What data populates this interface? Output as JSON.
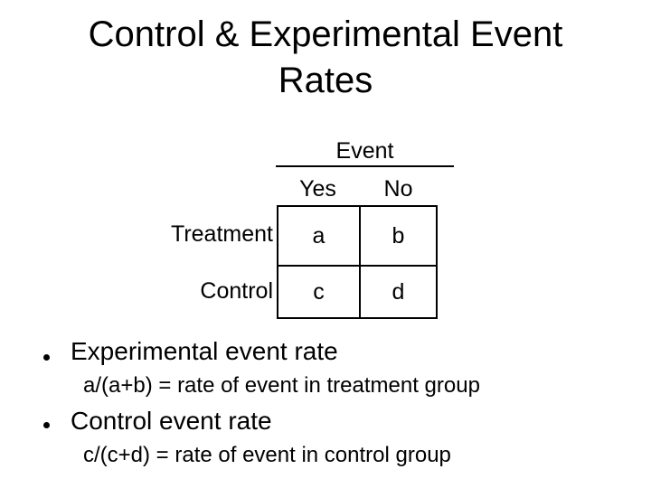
{
  "slide": {
    "title": {
      "line1": "Control & Experimental Event",
      "line2": "Rates"
    },
    "table": {
      "header": "Event",
      "columns": [
        "Yes",
        "No"
      ],
      "rows": [
        {
          "label": "Treatment",
          "cells": [
            "a",
            "b"
          ]
        },
        {
          "label": "Control",
          "cells": [
            "c",
            "d"
          ]
        }
      ]
    },
    "bullets": [
      {
        "text": "Experimental event rate",
        "sub": "a/(a+b) = rate of event in treatment group"
      },
      {
        "text": "Control event rate",
        "sub": "c/(c+d) = rate of event in control group"
      }
    ],
    "colors": {
      "background": "#ffffff",
      "text": "#000000",
      "border": "#000000"
    }
  }
}
